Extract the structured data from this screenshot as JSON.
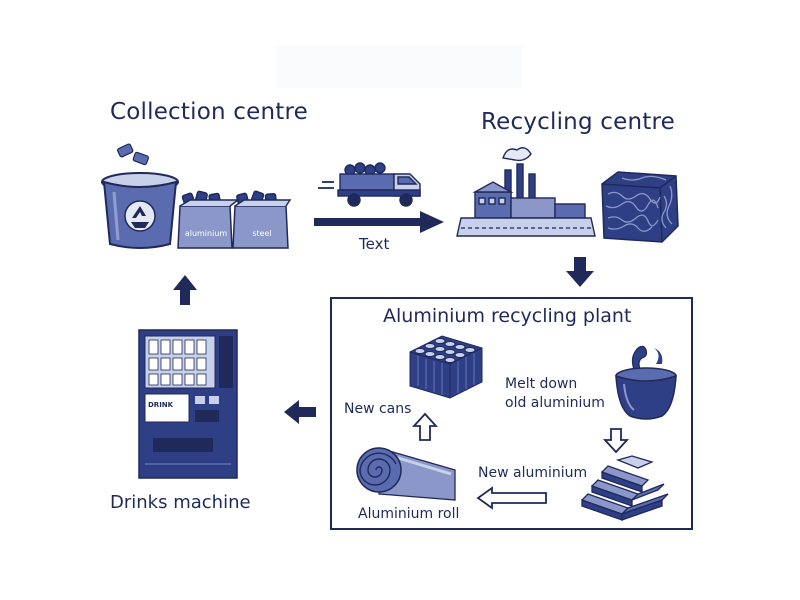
{
  "colors": {
    "ink": "#1f2a5a",
    "fill_dark": "#2f3f86",
    "fill_mid": "#5a6bb0",
    "fill_light": "#c9d0ea"
  },
  "stages": {
    "collection": {
      "label": "Collection centre"
    },
    "recycling": {
      "label": "Recycling centre"
    },
    "transport": {
      "label": "Text"
    },
    "plant": {
      "label": "Aluminium recycling plant"
    },
    "machine": {
      "label": "Drinks machine"
    }
  },
  "bins": {
    "aluminium_label": "aluminium",
    "steel_label": "steel"
  },
  "vending": {
    "panel_label": "DRINK"
  },
  "plant_steps": {
    "melt": {
      "line1": "Melt down",
      "line2": "old aluminium"
    },
    "ingots": {
      "label": "New aluminium"
    },
    "roll": {
      "label": "Aluminium roll"
    },
    "cans": {
      "label": "New cans"
    }
  },
  "icons": [
    "recycling-bin-icon",
    "collection-crate-icon",
    "delivery-truck-icon",
    "factory-icon",
    "crushed-bale-icon",
    "can-block-icon",
    "melting-pot-icon",
    "ingot-stack-icon",
    "metal-roll-icon",
    "vending-machine-icon",
    "arrow-right-icon",
    "arrow-down-icon",
    "arrow-up-icon",
    "arrow-left-icon"
  ]
}
